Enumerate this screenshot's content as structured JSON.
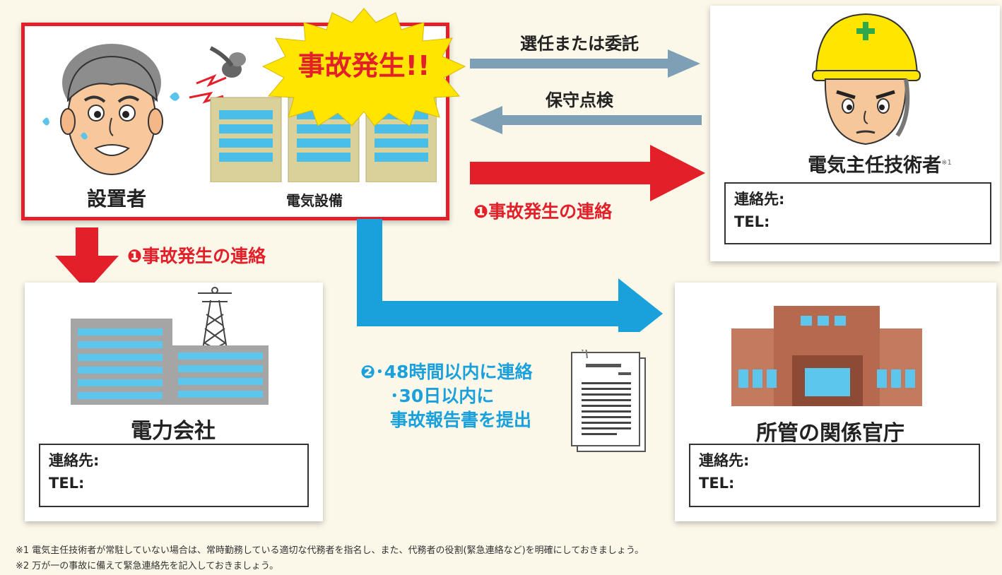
{
  "installer": {
    "label": "設置者",
    "equipment_label": "電気設備",
    "burst_text": "事故発生!!"
  },
  "arrows": {
    "appoint": "選任または委託",
    "inspect": "保守点検",
    "contact_engineer": "❶事故発生の連絡",
    "contact_utility": "❶事故発生の連絡",
    "report_line1": "❷･48時間以内に連絡",
    "report_line2": "･30日以内に",
    "report_line3": "事故報告書を提出"
  },
  "engineer": {
    "title": "電気主任技術者",
    "footnote_mark": "※1",
    "contact_label": "連絡先:",
    "tel_label": "TEL:"
  },
  "utility": {
    "title": "電力会社",
    "contact_label": "連絡先:",
    "tel_label": "TEL:"
  },
  "authority": {
    "title": "所管の関係官庁",
    "contact_label": "連絡先:",
    "tel_label": "TEL:"
  },
  "notes": {
    "note1": "※1 電気主任技術者が常駐していない場合は、常時勤務している適切な代務者を指名し、また、代務者の役割(緊急連絡など)を明確にしておきましょう。",
    "note2": "※2 万が一の事故に備えて緊急連絡先を記入しておきましょう。"
  },
  "colors": {
    "red": "#e31f2a",
    "blue": "#1aa1dc",
    "steel": "#7ea0b6",
    "background": "#fbf7e9"
  }
}
